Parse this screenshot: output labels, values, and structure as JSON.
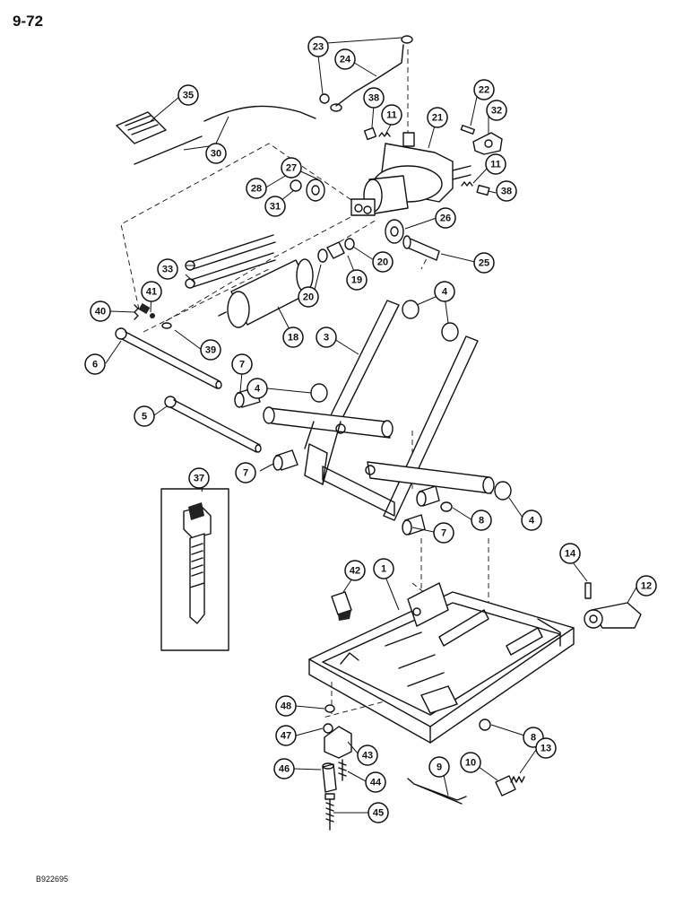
{
  "page": {
    "number": "9-72",
    "code": "B922695"
  },
  "callouts": [
    {
      "id": "c23",
      "label": "23"
    },
    {
      "id": "c24",
      "label": "24"
    },
    {
      "id": "c35",
      "label": "35"
    },
    {
      "id": "c38a",
      "label": "38"
    },
    {
      "id": "c11a",
      "label": "11"
    },
    {
      "id": "c21",
      "label": "21"
    },
    {
      "id": "c22",
      "label": "22"
    },
    {
      "id": "c32",
      "label": "32"
    },
    {
      "id": "c30",
      "label": "30"
    },
    {
      "id": "c27",
      "label": "27"
    },
    {
      "id": "c28",
      "label": "28"
    },
    {
      "id": "c31",
      "label": "31"
    },
    {
      "id": "c11b",
      "label": "11"
    },
    {
      "id": "c38b",
      "label": "38"
    },
    {
      "id": "c26",
      "label": "26"
    },
    {
      "id": "c25",
      "label": "25"
    },
    {
      "id": "c20a",
      "label": "20"
    },
    {
      "id": "c19",
      "label": "19"
    },
    {
      "id": "c20b",
      "label": "20"
    },
    {
      "id": "c33",
      "label": "33"
    },
    {
      "id": "c41",
      "label": "41"
    },
    {
      "id": "c40",
      "label": "40"
    },
    {
      "id": "c39",
      "label": "39"
    },
    {
      "id": "c18",
      "label": "18"
    },
    {
      "id": "c3",
      "label": "3"
    },
    {
      "id": "c4a",
      "label": "4"
    },
    {
      "id": "c6",
      "label": "6"
    },
    {
      "id": "c7a",
      "label": "7"
    },
    {
      "id": "c4b",
      "label": "4"
    },
    {
      "id": "c5",
      "label": "5"
    },
    {
      "id": "c7b",
      "label": "7"
    },
    {
      "id": "c37",
      "label": "37"
    },
    {
      "id": "c8a",
      "label": "8"
    },
    {
      "id": "c7c",
      "label": "7"
    },
    {
      "id": "c4c",
      "label": "4"
    },
    {
      "id": "c42",
      "label": "42"
    },
    {
      "id": "c1",
      "label": "1"
    },
    {
      "id": "c14",
      "label": "14"
    },
    {
      "id": "c12",
      "label": "12"
    },
    {
      "id": "c48",
      "label": "48"
    },
    {
      "id": "c47",
      "label": "47"
    },
    {
      "id": "c43",
      "label": "43"
    },
    {
      "id": "c8b",
      "label": "8"
    },
    {
      "id": "c9",
      "label": "9"
    },
    {
      "id": "c10",
      "label": "10"
    },
    {
      "id": "c13",
      "label": "13"
    },
    {
      "id": "c46",
      "label": "46"
    },
    {
      "id": "c44",
      "label": "44"
    },
    {
      "id": "c45",
      "label": "45"
    }
  ]
}
